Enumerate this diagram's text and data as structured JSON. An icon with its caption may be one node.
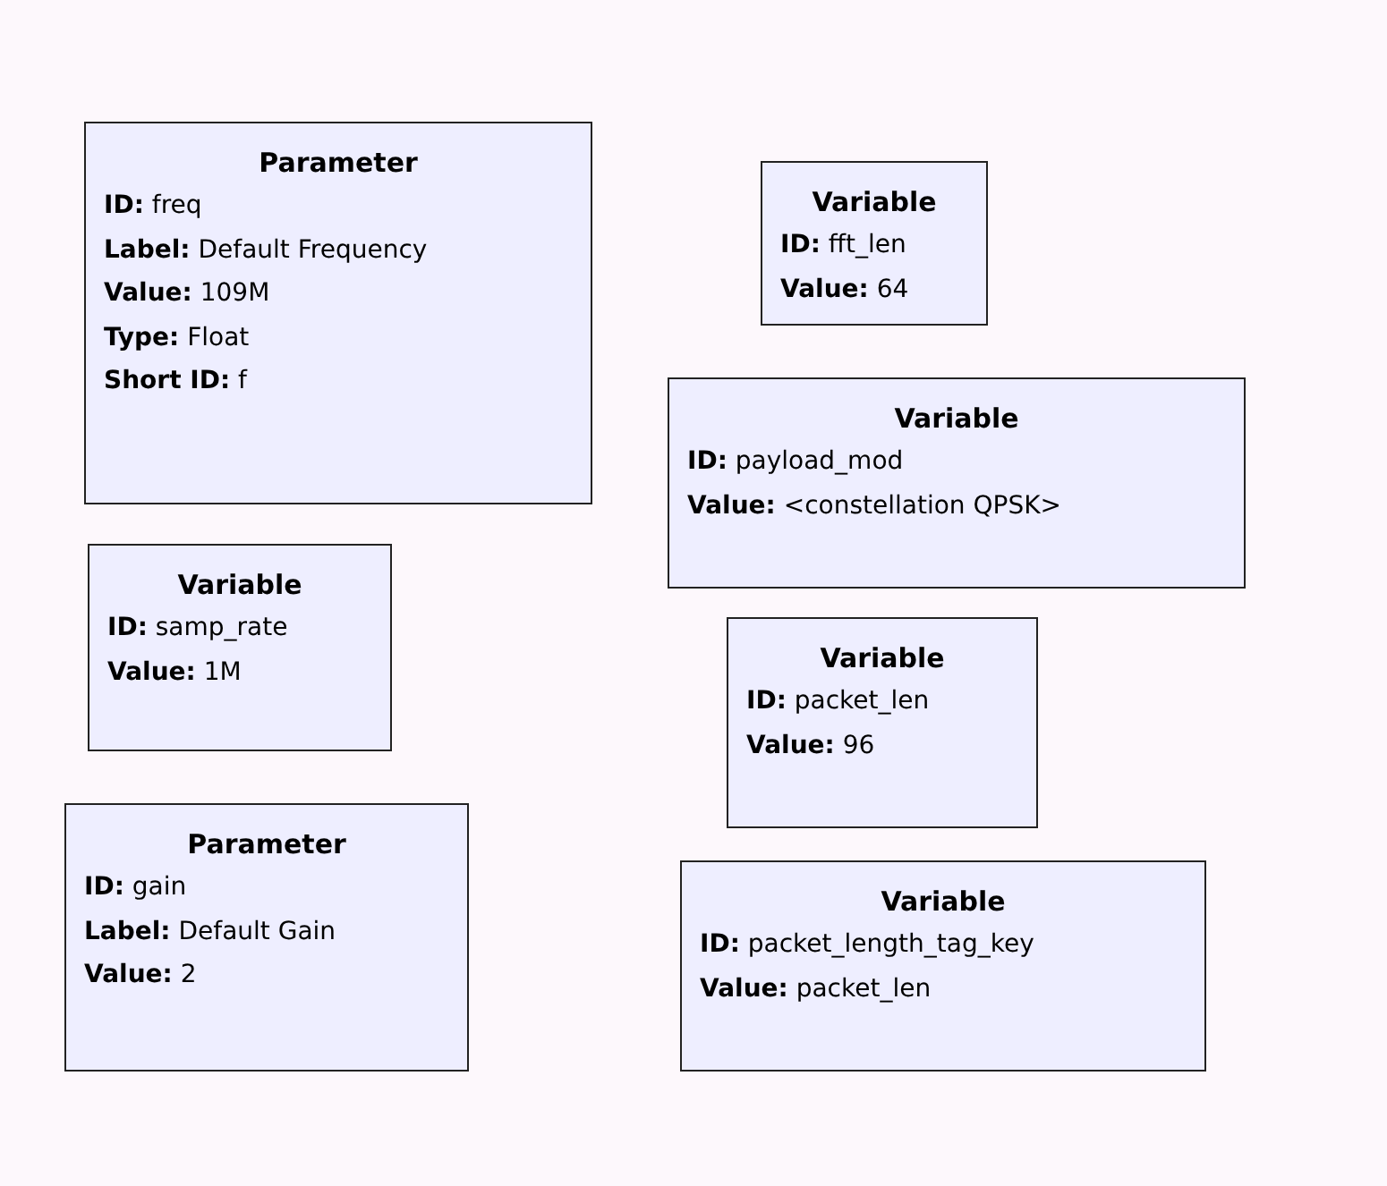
{
  "diagram": {
    "nodes": [
      {
        "text": [
          "Parameter",
          "**ID:** freq",
          "**Label:** Default Frequency",
          "**Value:** 109M",
          "**Type:** Float",
          "**Short ID:** f"
        ]
      },
      {
        "text": [
          "Variable",
          "**ID:** fft_len",
          "**Value:** 64"
        ]
      },
      {
        "text": [
          "Variable",
          "**ID:** payload_mod",
          "**Value:** <constellation QPSK>"
        ]
      },
      {
        "text": [
          "Variable",
          "**ID:** samp_rate",
          "**Value:** 1M"
        ]
      },
      {
        "text": [
          "Variable",
          "**ID:** packet_len",
          "**Value:** 96"
        ]
      },
      {
        "text": [
          "Parameter",
          "**ID:** gain",
          "**Label:** Default Gain",
          "**Value:** 2"
        ]
      },
      {
        "text": [
          "Variable",
          "**ID:** packet_length_tag_key",
          "**Value:** packet_len"
        ]
      }
    ]
  }
}
